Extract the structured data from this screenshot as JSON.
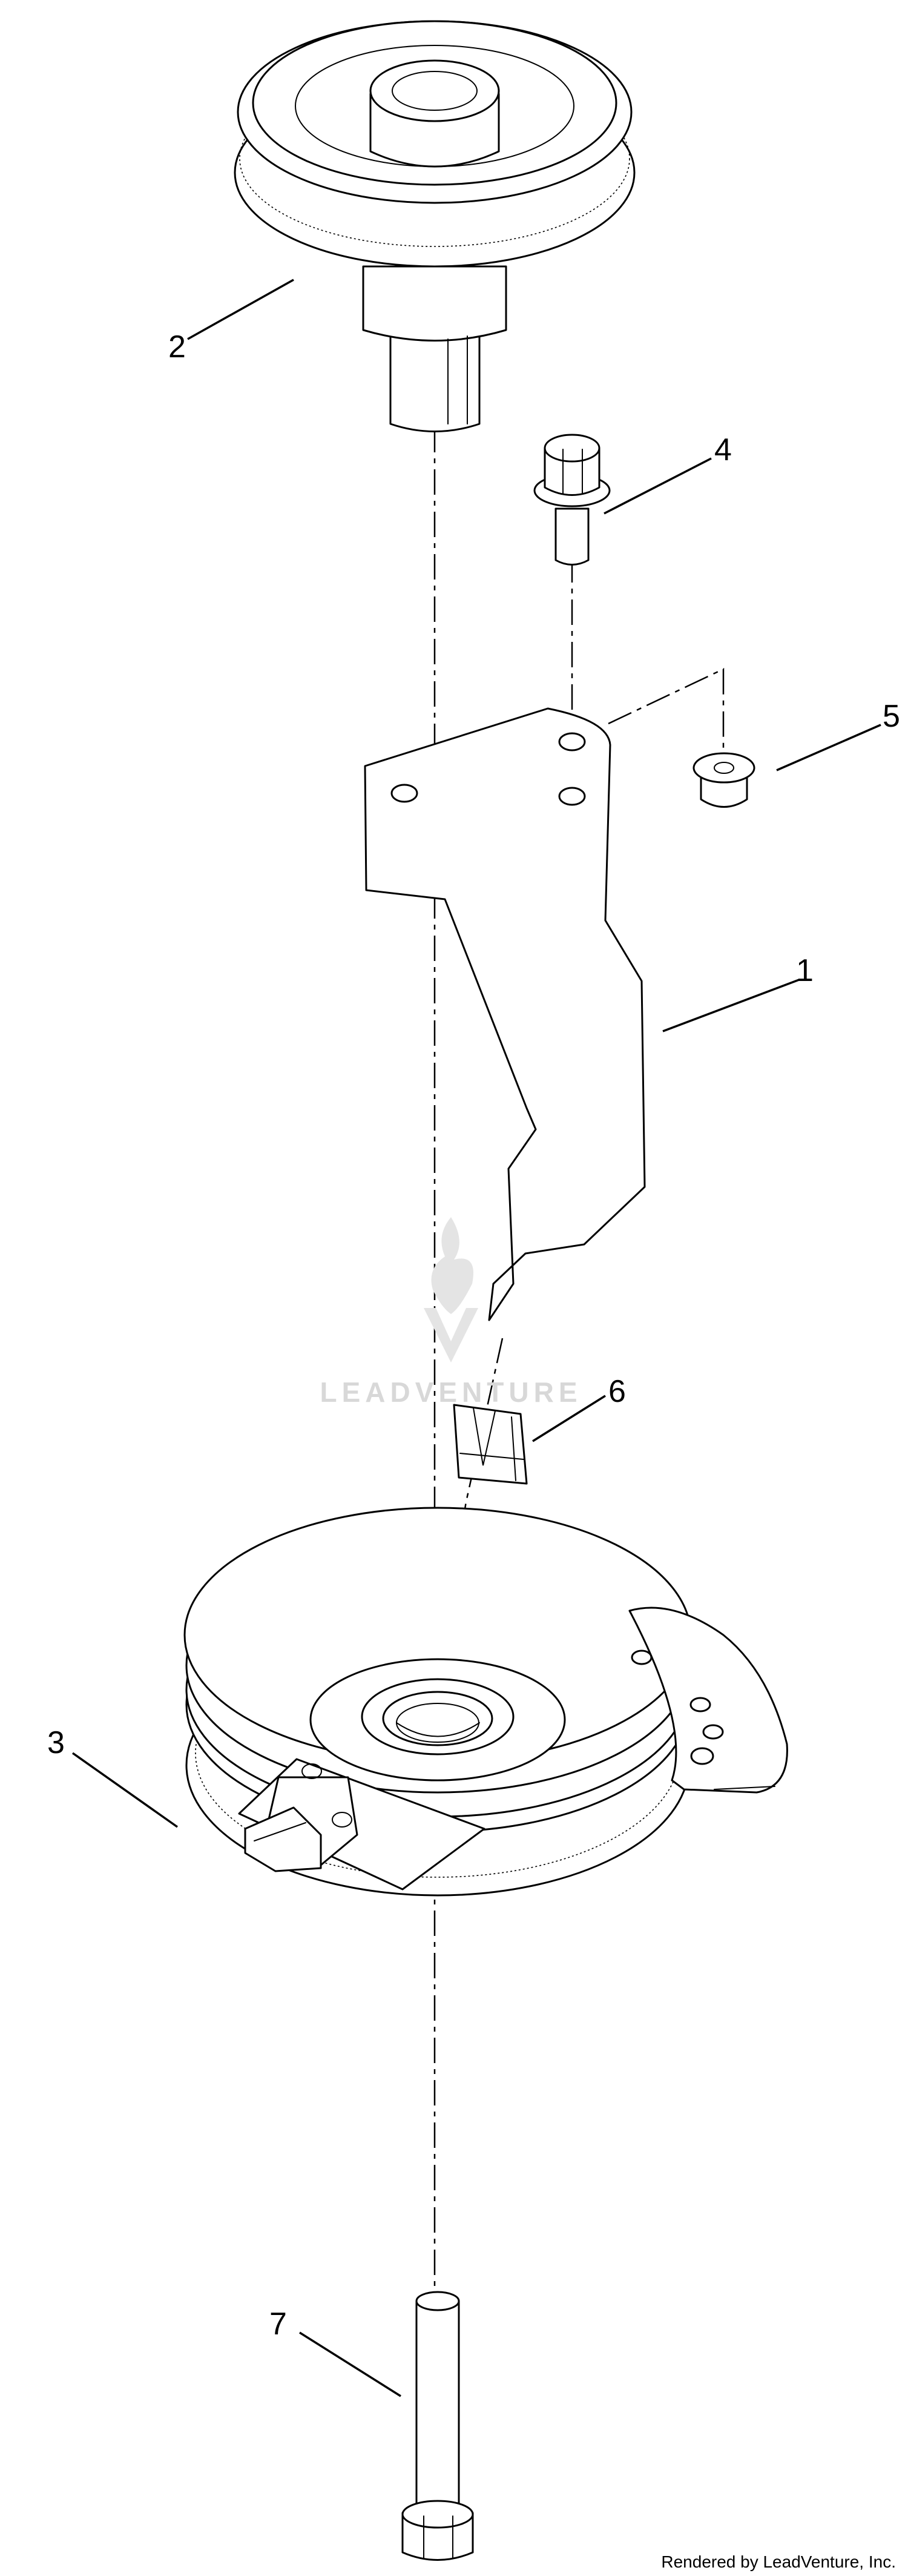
{
  "diagram": {
    "callouts": [
      {
        "id": "1",
        "label": "1"
      },
      {
        "id": "2",
        "label": "2"
      },
      {
        "id": "3",
        "label": "3"
      },
      {
        "id": "4",
        "label": "4"
      },
      {
        "id": "5",
        "label": "5"
      },
      {
        "id": "6",
        "label": "6"
      },
      {
        "id": "7",
        "label": "7"
      }
    ],
    "watermark": "LEADVENTURE",
    "credit": "Rendered by LeadVenture, Inc."
  },
  "colors": {
    "line": "#000000",
    "background": "#ffffff",
    "watermark": "#d8d8d8"
  }
}
